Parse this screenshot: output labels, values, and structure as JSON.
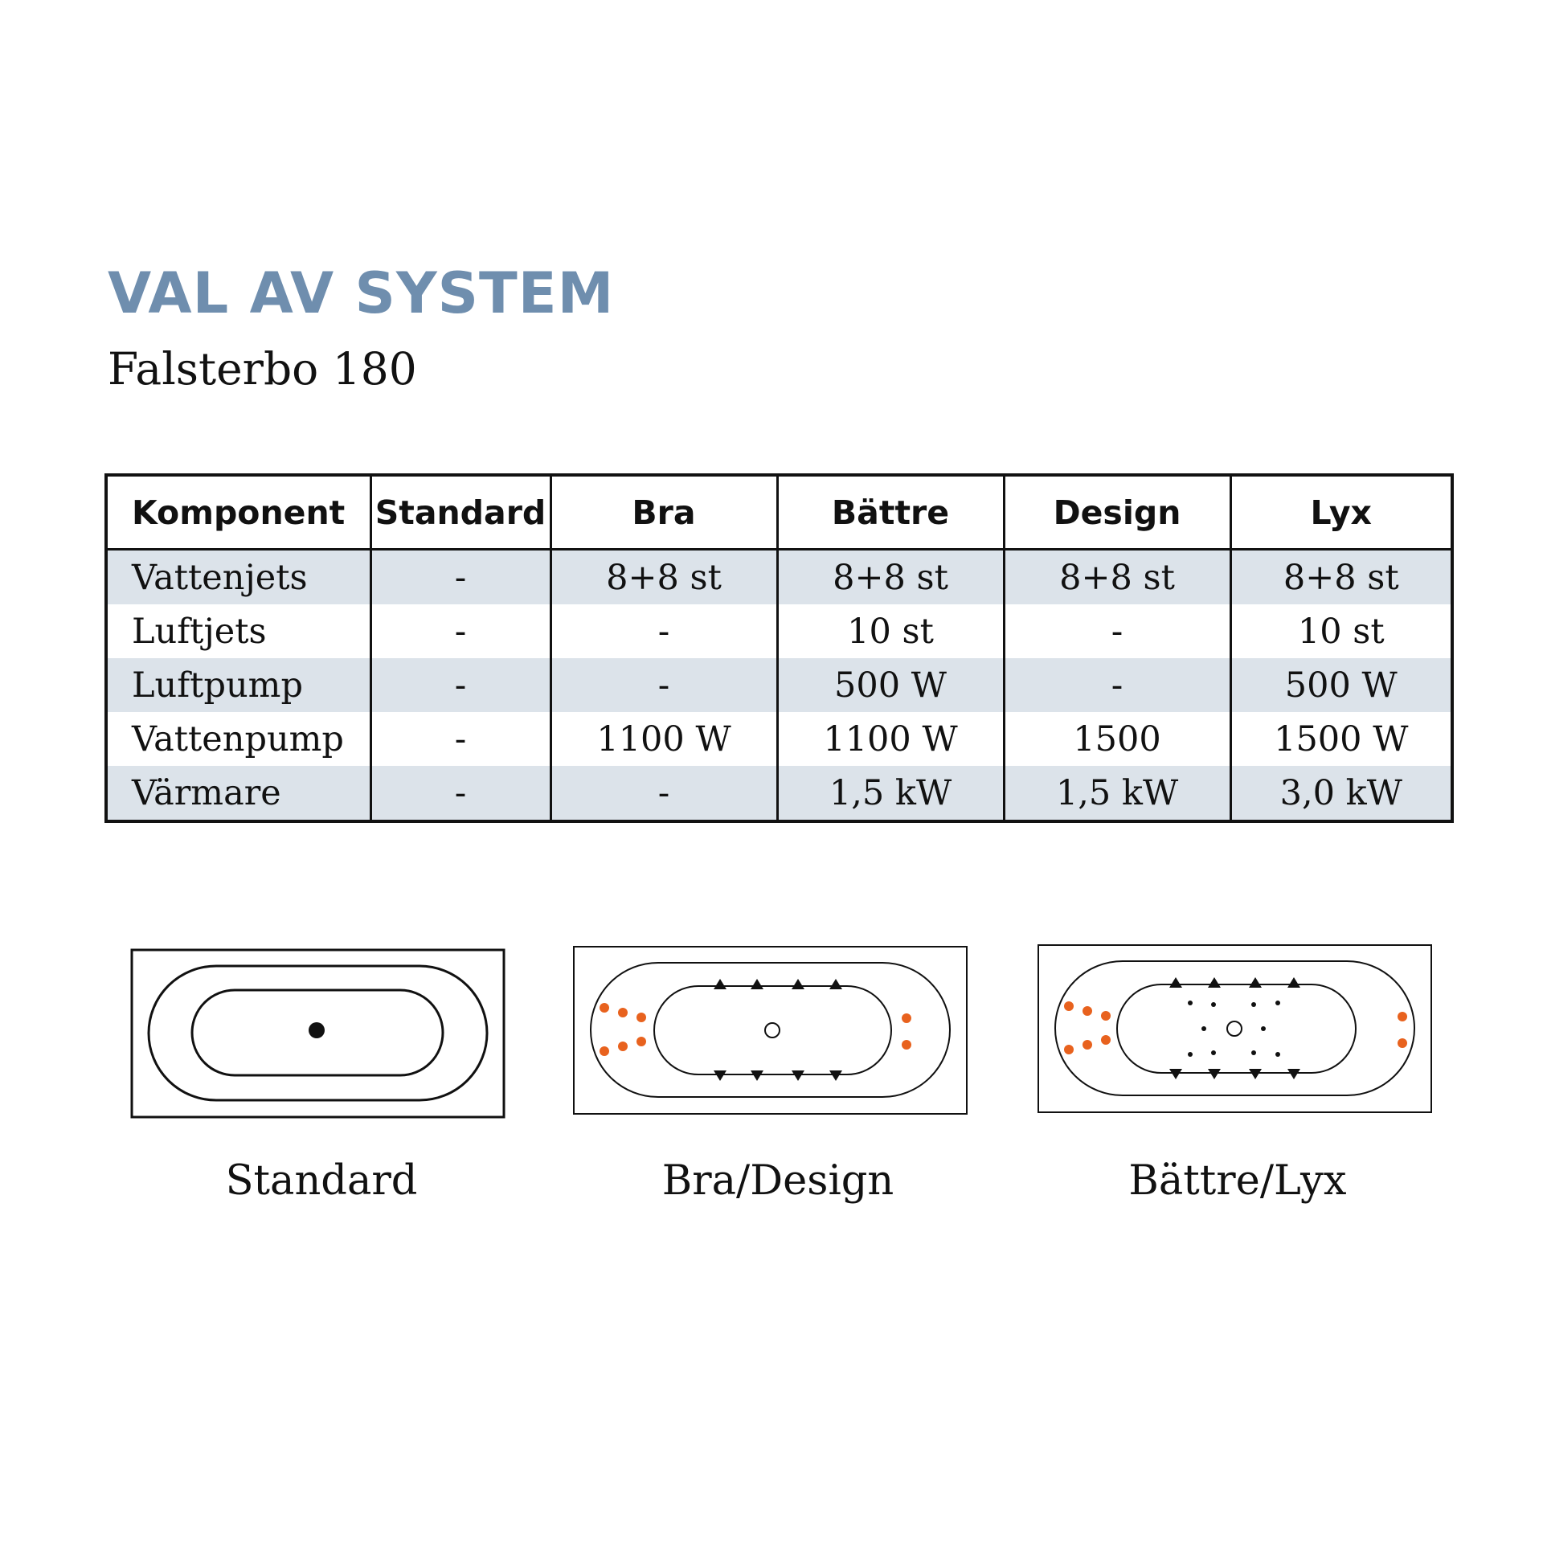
{
  "header": {
    "title": "VAL AV SYSTEM",
    "subtitle": "Falsterbo 180"
  },
  "table": {
    "columns": [
      "Komponent",
      "Standard",
      "Bra",
      "Bättre",
      "Design",
      "Lyx"
    ],
    "rows": [
      [
        "Vattenjets",
        "-",
        "8+8 st",
        "8+8 st",
        "8+8 st",
        "8+8 st"
      ],
      [
        "Luftjets",
        "-",
        "-",
        "10 st",
        "-",
        "10 st"
      ],
      [
        "Luftpump",
        "-",
        "-",
        "500 W",
        "-",
        "500 W"
      ],
      [
        "Vattenpump",
        "-",
        "1100 W",
        "1100 W",
        "1500",
        "1500 W"
      ],
      [
        "Värmare",
        "-",
        "-",
        "1,5 kW",
        "1,5 kW",
        "3,0 kW"
      ]
    ]
  },
  "diagrams": [
    {
      "label": "Standard"
    },
    {
      "label": "Bra/Design"
    },
    {
      "label": "Bättre/Lyx"
    }
  ],
  "colors": {
    "title": "#6f8eae",
    "row_shade": "#dce3ea",
    "jet_orange": "#e8621e"
  }
}
